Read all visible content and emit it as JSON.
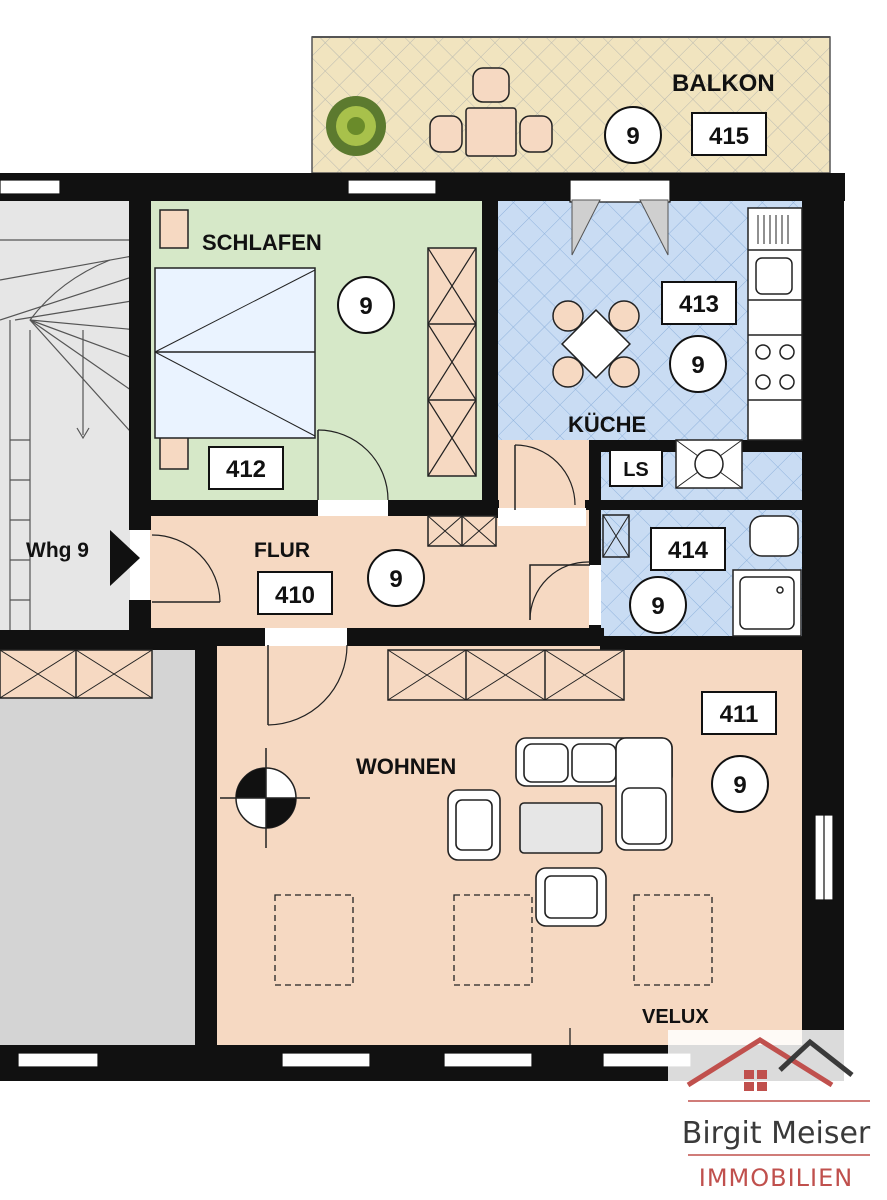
{
  "rooms": {
    "balkon": {
      "label": "BALKON",
      "number": "415",
      "unit": "9"
    },
    "schlafen": {
      "label": "SCHLAFEN",
      "number": "412",
      "unit": "9"
    },
    "kueche": {
      "label": "KÜCHE",
      "number": "413",
      "unit": "9"
    },
    "flur": {
      "label": "FLUR",
      "number": "410",
      "unit": "9"
    },
    "bad": {
      "number": "414",
      "unit": "9"
    },
    "wohnen": {
      "label": "WOHNEN",
      "number": "411",
      "unit": "9"
    }
  },
  "labels": {
    "entrance": "Whg 9",
    "ls": "LS",
    "velux": "VELUX"
  },
  "brand": {
    "name": "Birgit Meiser",
    "subtitle": "IMMOBILIEN"
  },
  "colors": {
    "wall": "#111111",
    "bedroom": "#d6e8c8",
    "kitchen": "#c9dcf3",
    "hall": "#f6d9c2",
    "living": "#f6d9c2",
    "balcony": "#f1e4bf",
    "stair": "#d9d9d9",
    "brand_red": "#c0504d"
  }
}
